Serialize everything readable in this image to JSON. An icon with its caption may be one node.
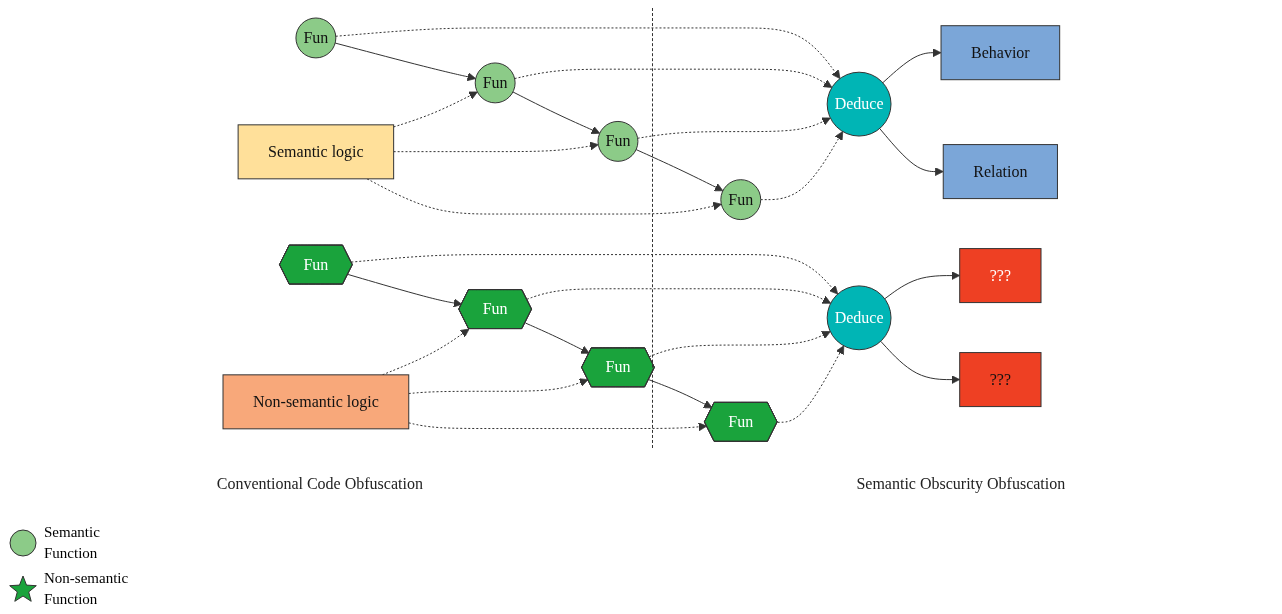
{
  "diagram": {
    "nodes": [
      {
        "text": [
          "Fun"
        ]
      },
      {
        "text": [
          "Fun"
        ]
      },
      {
        "text": [
          "Fun"
        ]
      },
      {
        "text": [
          "Fun"
        ]
      },
      {
        "text": [
          "Deduce"
        ]
      },
      {
        "text": [
          "Behavior"
        ]
      },
      {
        "text": [
          "Relation"
        ]
      },
      {
        "text": [
          "Semantic logic"
        ]
      },
      {
        "text": [
          "Fun"
        ]
      },
      {
        "text": [
          "Fun"
        ]
      },
      {
        "text": [
          "Fun"
        ]
      },
      {
        "text": [
          "Fun"
        ]
      },
      {
        "text": [
          "Deduce"
        ]
      },
      {
        "text": [
          "???"
        ]
      },
      {
        "text": [
          "???"
        ]
      },
      {
        "text": [
          "Non-semantic logic"
        ]
      }
    ],
    "edges": [
      {
        "from": 0,
        "to": 1,
        "arrow": "to"
      },
      {
        "from": 1,
        "to": 2,
        "arrow": "to"
      },
      {
        "from": 2,
        "to": 3,
        "arrow": "to"
      },
      {
        "from": 0,
        "to": 4,
        "arrow": "to",
        "style": "dashed"
      },
      {
        "from": 1,
        "to": 4,
        "arrow": "to",
        "style": "dashed"
      },
      {
        "from": 2,
        "to": 4,
        "arrow": "to",
        "style": "dashed"
      },
      {
        "from": 3,
        "to": 4,
        "arrow": "to",
        "style": "dashed"
      },
      {
        "from": 4,
        "to": 5,
        "arrow": "to"
      },
      {
        "from": 4,
        "to": 6,
        "arrow": "to"
      },
      {
        "from": 7,
        "to": 1,
        "arrow": "to",
        "style": "dashed"
      },
      {
        "from": 7,
        "to": 2,
        "arrow": "to",
        "style": "dashed"
      },
      {
        "from": 7,
        "to": 3,
        "arrow": "to",
        "style": "dashed"
      },
      {
        "from": 8,
        "to": 9,
        "arrow": "to"
      },
      {
        "from": 9,
        "to": 10,
        "arrow": "to"
      },
      {
        "from": 10,
        "to": 11,
        "arrow": "to"
      },
      {
        "from": 8,
        "to": 12,
        "arrow": "to",
        "style": "dashed"
      },
      {
        "from": 9,
        "to": 12,
        "arrow": "to",
        "style": "dashed"
      },
      {
        "from": 10,
        "to": 12,
        "arrow": "to",
        "style": "dashed"
      },
      {
        "from": 11,
        "to": 12,
        "arrow": "to",
        "style": "dashed"
      },
      {
        "from": 12,
        "to": 13,
        "arrow": "to"
      },
      {
        "from": 12,
        "to": 14,
        "arrow": "to"
      },
      {
        "from": 15,
        "to": 9,
        "arrow": "to",
        "style": "dashed"
      },
      {
        "from": 15,
        "to": 10,
        "arrow": "to",
        "style": "dashed"
      },
      {
        "from": 15,
        "to": 11,
        "arrow": "to",
        "style": "dashed"
      }
    ],
    "labels": [
      "Conventional Code Obfuscation",
      "Semantic Obscurity Obfuscation"
    ],
    "legend": [
      {
        "text": "Semantic Function"
      },
      {
        "text": "Non-semantic Function"
      }
    ]
  }
}
